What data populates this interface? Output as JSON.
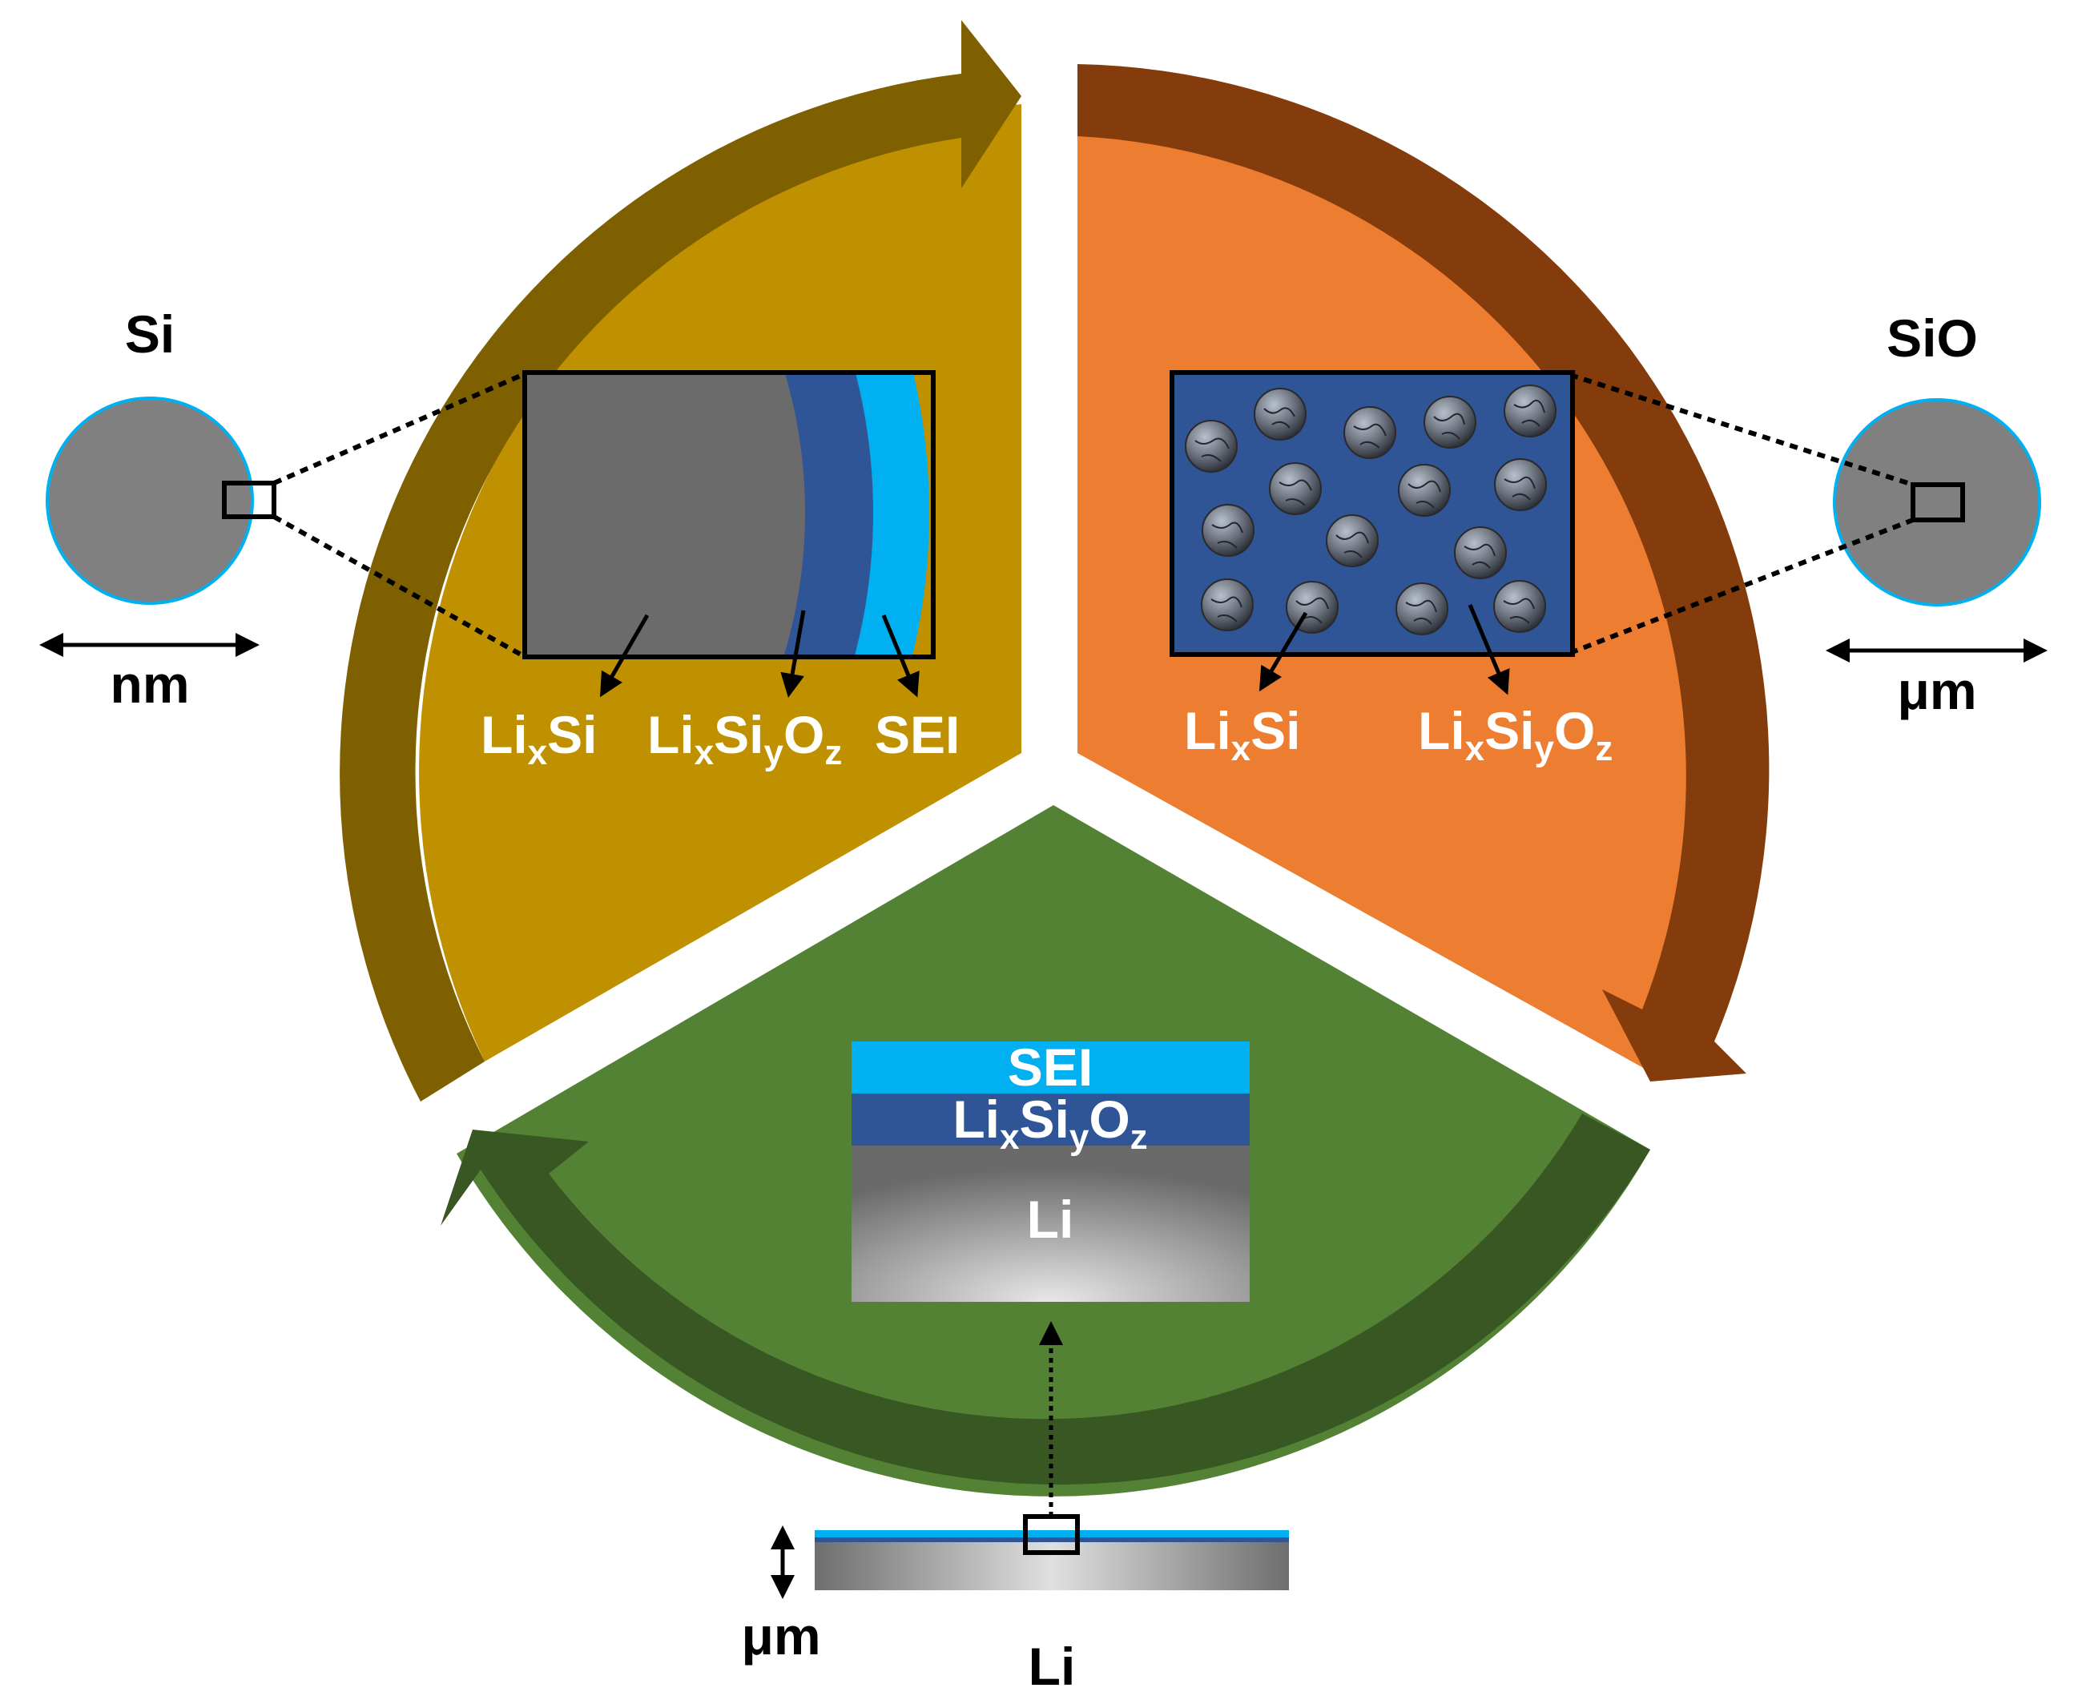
{
  "colors": {
    "gold": "#BF9000",
    "gold_dark": "#7F6000",
    "orange": "#ED7D31",
    "orange_dark": "#843C0C",
    "green": "#548235",
    "green_dark": "#385723",
    "gray": "#808080",
    "dark_gray": "#6B6B6B",
    "navy": "#2F5597",
    "cyan": "#00B0F0"
  },
  "si": {
    "title": "Si",
    "scale": "nm",
    "labels": {
      "lixsi": "Li",
      "lixsi_x": "x",
      "lixsi_si": "Si",
      "lisio_li": "Li",
      "lisio_x": "x",
      "lisio_si": "Si",
      "lisio_y": "y",
      "lisio_o": "O",
      "lisio_z": "z",
      "sei": "SEI"
    }
  },
  "sio": {
    "title": "SiO",
    "scale": "μm",
    "labels": {
      "lixsi": "Li",
      "lixsi_x": "x",
      "lixsi_si": "Si",
      "lisio_li": "Li",
      "lisio_x": "x",
      "lisio_si": "Si",
      "lisio_y": "y",
      "lisio_o": "O",
      "lisio_z": "z"
    }
  },
  "li": {
    "title": "Li",
    "scale": "μm",
    "layers": {
      "sei": "SEI",
      "lisio_li": "Li",
      "lisio_x": "x",
      "lisio_si": "Si",
      "lisio_y": "y",
      "lisio_o": "O",
      "lisio_z": "z",
      "li": "Li"
    }
  }
}
